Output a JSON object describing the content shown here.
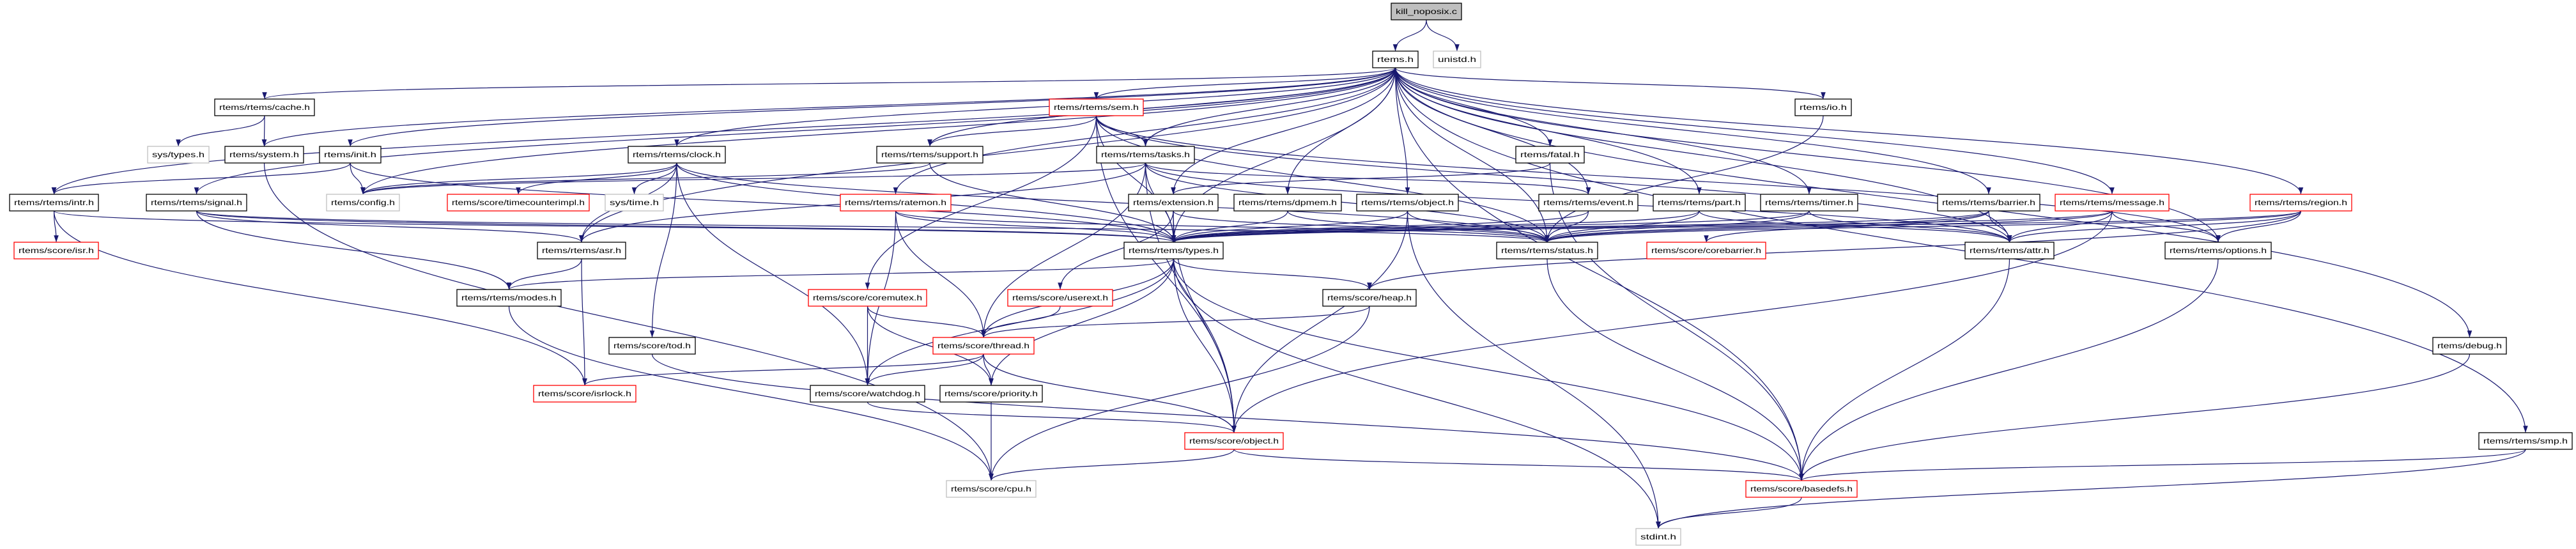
{
  "graph": {
    "colors": {
      "edge": "#191970",
      "node_border": "#000000",
      "node_border_red": "#ff0000",
      "node_border_missing": "#bfbfbf",
      "root_fill": "#bfbfbf"
    },
    "nodes": [
      {
        "id": "kill",
        "label": "kill_noposix.c",
        "style": "root"
      },
      {
        "id": "rtems",
        "label": "rtems.h",
        "style": "normal"
      },
      {
        "id": "unistd",
        "label": "unistd.h",
        "style": "missing"
      },
      {
        "id": "cache",
        "label": "rtems/rtems/cache.h",
        "style": "normal"
      },
      {
        "id": "systypes",
        "label": "sys/types.h",
        "style": "missing"
      },
      {
        "id": "system",
        "label": "rtems/system.h",
        "style": "normal"
      },
      {
        "id": "init",
        "label": "rtems/init.h",
        "style": "normal"
      },
      {
        "id": "clock",
        "label": "rtems/rtems/clock.h",
        "style": "normal"
      },
      {
        "id": "support",
        "label": "rtems/rtems/support.h",
        "style": "normal"
      },
      {
        "id": "sem",
        "label": "rtems/rtems/sem.h",
        "style": "red"
      },
      {
        "id": "tasks",
        "label": "rtems/rtems/tasks.h",
        "style": "normal"
      },
      {
        "id": "fatal",
        "label": "rtems/fatal.h",
        "style": "normal"
      },
      {
        "id": "io",
        "label": "rtems/io.h",
        "style": "normal"
      },
      {
        "id": "intr",
        "label": "rtems/rtems/intr.h",
        "style": "normal"
      },
      {
        "id": "signal",
        "label": "rtems/rtems/signal.h",
        "style": "normal"
      },
      {
        "id": "config",
        "label": "rtems/config.h",
        "style": "missing"
      },
      {
        "id": "timecounter",
        "label": "rtems/score/timecounterimpl.h",
        "style": "red"
      },
      {
        "id": "systime",
        "label": "sys/time.h",
        "style": "missing"
      },
      {
        "id": "ratemon",
        "label": "rtems/rtems/ratemon.h",
        "style": "red"
      },
      {
        "id": "extension",
        "label": "rtems/extension.h",
        "style": "normal"
      },
      {
        "id": "dpmem",
        "label": "rtems/rtems/dpmem.h",
        "style": "normal"
      },
      {
        "id": "robject",
        "label": "rtems/rtems/object.h",
        "style": "normal"
      },
      {
        "id": "event",
        "label": "rtems/rtems/event.h",
        "style": "normal"
      },
      {
        "id": "part",
        "label": "rtems/rtems/part.h",
        "style": "normal"
      },
      {
        "id": "timer",
        "label": "rtems/rtems/timer.h",
        "style": "normal"
      },
      {
        "id": "barrier",
        "label": "rtems/rtems/barrier.h",
        "style": "normal"
      },
      {
        "id": "message",
        "label": "rtems/rtems/message.h",
        "style": "red"
      },
      {
        "id": "region",
        "label": "rtems/rtems/region.h",
        "style": "red"
      },
      {
        "id": "isr",
        "label": "rtems/score/isr.h",
        "style": "red"
      },
      {
        "id": "asr",
        "label": "rtems/rtems/asr.h",
        "style": "normal"
      },
      {
        "id": "types",
        "label": "rtems/rtems/types.h",
        "style": "normal"
      },
      {
        "id": "status",
        "label": "rtems/rtems/status.h",
        "style": "normal"
      },
      {
        "id": "corebarrier",
        "label": "rtems/score/corebarrier.h",
        "style": "red"
      },
      {
        "id": "attr",
        "label": "rtems/rtems/attr.h",
        "style": "normal"
      },
      {
        "id": "options",
        "label": "rtems/rtems/options.h",
        "style": "normal"
      },
      {
        "id": "modes",
        "label": "rtems/rtems/modes.h",
        "style": "normal"
      },
      {
        "id": "coremutex",
        "label": "rtems/score/coremutex.h",
        "style": "red"
      },
      {
        "id": "userext",
        "label": "rtems/score/userext.h",
        "style": "red"
      },
      {
        "id": "heap",
        "label": "rtems/score/heap.h",
        "style": "normal"
      },
      {
        "id": "tod",
        "label": "rtems/score/tod.h",
        "style": "normal"
      },
      {
        "id": "thread",
        "label": "rtems/score/thread.h",
        "style": "red"
      },
      {
        "id": "debug",
        "label": "rtems/debug.h",
        "style": "normal"
      },
      {
        "id": "isrlock",
        "label": "rtems/score/isrlock.h",
        "style": "red"
      },
      {
        "id": "watchdog",
        "label": "rtems/score/watchdog.h",
        "style": "normal"
      },
      {
        "id": "priority",
        "label": "rtems/score/priority.h",
        "style": "normal"
      },
      {
        "id": "sobject",
        "label": "rtems/score/object.h",
        "style": "red"
      },
      {
        "id": "smp",
        "label": "rtems/rtems/smp.h",
        "style": "normal"
      },
      {
        "id": "cpu",
        "label": "rtems/score/cpu.h",
        "style": "missing"
      },
      {
        "id": "basedefs",
        "label": "rtems/score/basedefs.h",
        "style": "red"
      },
      {
        "id": "stdint",
        "label": "stdint.h",
        "style": "missing"
      }
    ],
    "edges": [
      [
        "kill",
        "rtems"
      ],
      [
        "kill",
        "unistd"
      ],
      [
        "rtems",
        "cache"
      ],
      [
        "rtems",
        "system"
      ],
      [
        "rtems",
        "init"
      ],
      [
        "rtems",
        "intr"
      ],
      [
        "rtems",
        "signal"
      ],
      [
        "rtems",
        "config"
      ],
      [
        "rtems",
        "clock"
      ],
      [
        "rtems",
        "support"
      ],
      [
        "rtems",
        "sem"
      ],
      [
        "rtems",
        "tasks"
      ],
      [
        "rtems",
        "ratemon"
      ],
      [
        "rtems",
        "extension"
      ],
      [
        "rtems",
        "dpmem"
      ],
      [
        "rtems",
        "robject"
      ],
      [
        "rtems",
        "fatal"
      ],
      [
        "rtems",
        "event"
      ],
      [
        "rtems",
        "part"
      ],
      [
        "rtems",
        "timer"
      ],
      [
        "rtems",
        "barrier"
      ],
      [
        "rtems",
        "message"
      ],
      [
        "rtems",
        "region"
      ],
      [
        "rtems",
        "io"
      ],
      [
        "rtems",
        "debug"
      ],
      [
        "rtems",
        "smp"
      ],
      [
        "rtems",
        "types"
      ],
      [
        "rtems",
        "status"
      ],
      [
        "rtems",
        "attr"
      ],
      [
        "rtems",
        "options"
      ],
      [
        "rtems",
        "asr"
      ],
      [
        "rtems",
        "basedefs"
      ],
      [
        "cache",
        "systypes"
      ],
      [
        "cache",
        "system"
      ],
      [
        "system",
        "cpu"
      ],
      [
        "init",
        "intr"
      ],
      [
        "init",
        "config"
      ],
      [
        "init",
        "types"
      ],
      [
        "clock",
        "config"
      ],
      [
        "clock",
        "timecounter"
      ],
      [
        "clock",
        "systime"
      ],
      [
        "clock",
        "tod"
      ],
      [
        "clock",
        "watchdog"
      ],
      [
        "clock",
        "types"
      ],
      [
        "clock",
        "status"
      ],
      [
        "clock",
        "asr"
      ],
      [
        "intr",
        "isr"
      ],
      [
        "intr",
        "isrlock"
      ],
      [
        "intr",
        "types"
      ],
      [
        "signal",
        "asr"
      ],
      [
        "signal",
        "modes"
      ],
      [
        "signal",
        "types"
      ],
      [
        "signal",
        "status"
      ],
      [
        "asr",
        "modes"
      ],
      [
        "asr",
        "isrlock"
      ],
      [
        "sem",
        "support"
      ],
      [
        "sem",
        "tasks"
      ],
      [
        "sem",
        "types"
      ],
      [
        "sem",
        "sobject"
      ],
      [
        "sem",
        "coremutex"
      ],
      [
        "sem",
        "attr"
      ],
      [
        "sem",
        "options"
      ],
      [
        "sem",
        "status"
      ],
      [
        "support",
        "config"
      ],
      [
        "support",
        "types"
      ],
      [
        "tasks",
        "config"
      ],
      [
        "tasks",
        "types"
      ],
      [
        "tasks",
        "status"
      ],
      [
        "tasks",
        "event"
      ],
      [
        "tasks",
        "asr"
      ],
      [
        "tasks",
        "thread"
      ],
      [
        "tasks",
        "sobject"
      ],
      [
        "tasks",
        "attr"
      ],
      [
        "ratemon",
        "types"
      ],
      [
        "ratemon",
        "status"
      ],
      [
        "ratemon",
        "thread"
      ],
      [
        "ratemon",
        "watchdog"
      ],
      [
        "extension",
        "types"
      ],
      [
        "extension",
        "status"
      ],
      [
        "extension",
        "userext"
      ],
      [
        "extension",
        "sobject"
      ],
      [
        "dpmem",
        "types"
      ],
      [
        "dpmem",
        "status"
      ],
      [
        "robject",
        "types"
      ],
      [
        "robject",
        "status"
      ],
      [
        "robject",
        "sobject"
      ],
      [
        "robject",
        "stdint"
      ],
      [
        "fatal",
        "extension"
      ],
      [
        "fatal",
        "basedefs"
      ],
      [
        "event",
        "types"
      ],
      [
        "event",
        "status"
      ],
      [
        "part",
        "types"
      ],
      [
        "part",
        "status"
      ],
      [
        "part",
        "attr"
      ],
      [
        "timer",
        "types"
      ],
      [
        "timer",
        "status"
      ],
      [
        "timer",
        "attr"
      ],
      [
        "barrier",
        "types"
      ],
      [
        "barrier",
        "status"
      ],
      [
        "barrier",
        "attr"
      ],
      [
        "barrier",
        "corebarrier"
      ],
      [
        "message",
        "types"
      ],
      [
        "message",
        "status"
      ],
      [
        "message",
        "attr"
      ],
      [
        "message",
        "options"
      ],
      [
        "message",
        "sobject"
      ],
      [
        "region",
        "types"
      ],
      [
        "region",
        "status"
      ],
      [
        "region",
        "attr"
      ],
      [
        "region",
        "options"
      ],
      [
        "region",
        "heap"
      ],
      [
        "io",
        "status"
      ],
      [
        "types",
        "modes"
      ],
      [
        "types",
        "heap"
      ],
      [
        "types",
        "thread"
      ],
      [
        "types",
        "watchdog"
      ],
      [
        "types",
        "priority"
      ],
      [
        "types",
        "sobject"
      ],
      [
        "types",
        "stdint"
      ],
      [
        "types",
        "basedefs"
      ],
      [
        "status",
        "basedefs"
      ],
      [
        "attr",
        "basedefs"
      ],
      [
        "options",
        "basedefs"
      ],
      [
        "coremutex",
        "thread"
      ],
      [
        "coremutex",
        "watchdog"
      ],
      [
        "coremutex",
        "priority"
      ],
      [
        "userext",
        "thread"
      ],
      [
        "heap",
        "thread"
      ],
      [
        "heap",
        "cpu"
      ],
      [
        "thread",
        "isrlock"
      ],
      [
        "thread",
        "watchdog"
      ],
      [
        "thread",
        "priority"
      ],
      [
        "thread",
        "sobject"
      ],
      [
        "watchdog",
        "sobject"
      ],
      [
        "priority",
        "cpu"
      ],
      [
        "sobject",
        "cpu"
      ],
      [
        "sobject",
        "basedefs"
      ],
      [
        "tod",
        "basedefs"
      ],
      [
        "modes",
        "cpu"
      ],
      [
        "debug",
        "basedefs"
      ],
      [
        "smp",
        "stdint"
      ],
      [
        "smp",
        "basedefs"
      ],
      [
        "basedefs",
        "stdint"
      ]
    ]
  }
}
